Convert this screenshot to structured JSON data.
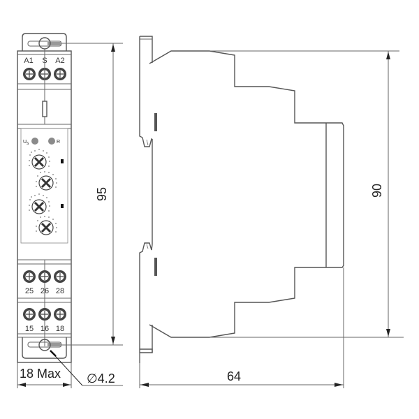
{
  "drawing": {
    "title": "DIN rail relay module dimensional drawing",
    "front_view": {
      "top_terminals": [
        "A1",
        "S",
        "A2"
      ],
      "indicators": {
        "supply_label": "U",
        "supply_sub": "S",
        "relay_label": "R"
      },
      "bottom_terminals_row1": [
        "25",
        "26",
        "28"
      ],
      "bottom_terminals_row2": [
        "15",
        "16",
        "18"
      ],
      "dial_count": 4
    },
    "dimensions": {
      "height_front": "95",
      "height_side": "90",
      "depth": "64",
      "width": "18 Max",
      "hole_diameter": "∅4.2"
    }
  },
  "colors": {
    "line": "#555555",
    "text": "#222222",
    "led": "#8a8a8a",
    "background": "#ffffff"
  }
}
